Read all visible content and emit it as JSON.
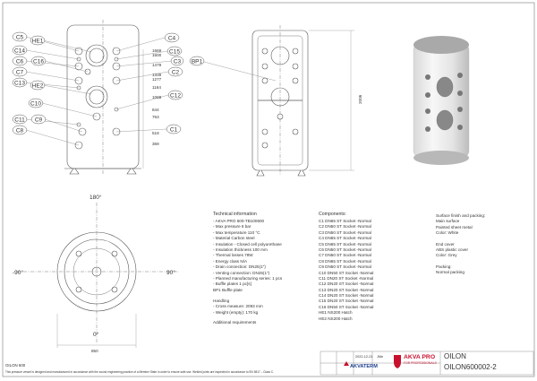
{
  "drawing": {
    "callouts_left": [
      "C5",
      "HE1",
      "C14",
      "C6",
      "C16",
      "C7",
      "C13",
      "HE2",
      "C10",
      "C11",
      "C9",
      "C8"
    ],
    "callouts_right": [
      "C4",
      "C15",
      "C3",
      "C2",
      "C12",
      "C1"
    ],
    "callout_bp1": "BP1",
    "heights": [
      "1669",
      "1600",
      "1479",
      "1339",
      "1277",
      "1164",
      "1068",
      "844",
      "763",
      "518",
      "369"
    ],
    "overall_height": "2006",
    "angles": {
      "top": "180°",
      "left": "-90°",
      "right": "90°",
      "bottom": "0°"
    },
    "plan_diameter": "850"
  },
  "technical": {
    "title": "Technical information",
    "lines": [
      "- AKVA PRO 600-TB100600",
      "- Max pressure 6 bar",
      "- Max temperature 110 °C",
      "- Material Carbon steel",
      "- Insulation - Closed cell polyurethane",
      "- Insulation thickness 100 mm",
      "- Thermal losses 78W",
      "- Energy class N/A",
      "- Drain connection: DN25(1\")",
      "- Venting connection: DN25(1\")",
      "- Planned manufacturing series: 1 pcs",
      "- Buffle plates 1 pc[s]",
      "BP1 Buffle plate"
    ],
    "handling_title": "Handling",
    "handling": [
      "- Cross measure: 2093 mm",
      "- Weight (empty): 170 kg"
    ],
    "additional": "Additional requirements"
  },
  "components": {
    "title": "Components:",
    "items": [
      "C1 DN65 ST Socket -Normal",
      "C2 DN50 ST Socket -Normal",
      "C3 DN50 ST Socket -Normal",
      "C4 DN65 ST Socket -Normal",
      "C5 DN65 ST Socket -Normal",
      "C6 DN50 ST Socket -Normal",
      "C7 DN50 ST Socket -Normal",
      "C8 DN65 ST Socket -Normal",
      "C9 DN50 ST Socket -Normal",
      "C10 DN50 ST Socket -Normal",
      "C11 DN20 ST Socket -Normal",
      "C12 DN20 ST Socket -Normal",
      "C13 DN20 ST Socket -Normal",
      "C14 DN20 ST Socket -Normal",
      "C15 DN20 ST Socket -Normal",
      "C16 DN50 ST Socket -Normal",
      "HE1 NS200 Hatch",
      "HE2 NS200 Hatch"
    ]
  },
  "surface": {
    "title": "Surface finish and packing:",
    "lines": [
      "Main surface",
      "Painted sheet metal",
      "Color: White"
    ],
    "end_title": "End cover",
    "end_lines": [
      "ABS plastic cover",
      "Color: Grey"
    ],
    "packing_title": "Packing:",
    "packing": "Normal packing"
  },
  "title_block": {
    "date": "2022-12-21",
    "initials": "JMe",
    "brand_akvaterm": "AKVATERM",
    "brand_akvapro": "AKVA PRO",
    "brand_akvapro_sub": "FOR PROFESSIONALS",
    "product": "OILON",
    "product_code": "OILON600002-2",
    "sheet_label": "OILON 600",
    "footer": "This pressure vessel is designed and manufactured in accordance with the sound engineering practice of a Member State in order to ensure safe use. Welded joints are inspected in accordance to EN 5817 – Class C."
  },
  "colors": {
    "line": "#555555",
    "brand_red": "#c8102e",
    "brand_blue": "#1b3f8f"
  }
}
